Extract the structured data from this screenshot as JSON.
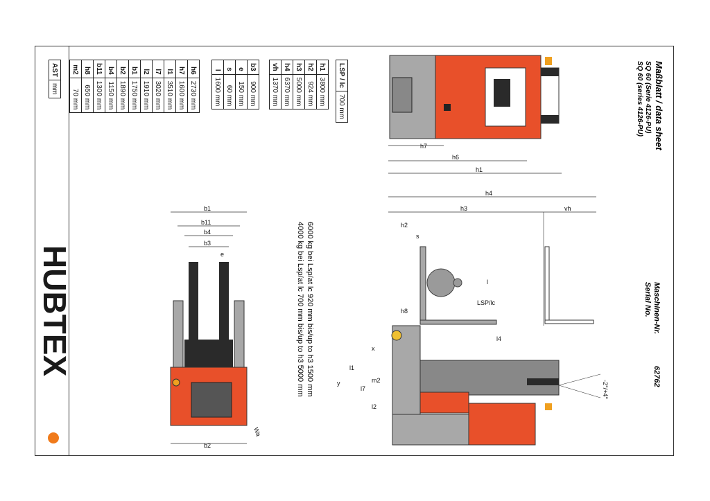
{
  "title": {
    "line1": "Maßblatt / data sheet",
    "line2": "SQ 60  (Serie 4126-PU)",
    "line3": "SQ 60  (series 4126-PU)"
  },
  "serial": {
    "label1": "Maschinen-Nr.",
    "label2": "Serial No.",
    "value": "62762"
  },
  "capacity": {
    "line1": "6000 kg bei Lsp/at lc 920 mm bis/up to h3 1500 mm",
    "line2": "4000 kg bei Lsp/at lc 700 mm bis/up to h3 5000 mm"
  },
  "lsp": {
    "key": "LSP / lc",
    "value": "700 mm"
  },
  "table_a": [
    {
      "key": "h1",
      "value": "3800 mm"
    },
    {
      "key": "h2",
      "value": "924 mm"
    },
    {
      "key": "h3",
      "value": "5000 mm"
    },
    {
      "key": "h4",
      "value": "6370 mm"
    },
    {
      "key": "vh",
      "value": "1370 mm"
    }
  ],
  "table_b": [
    {
      "key": "b3",
      "value": "900 mm"
    },
    {
      "key": "e",
      "value": "150 mm"
    },
    {
      "key": "s",
      "value": "60 mm"
    },
    {
      "key": "l",
      "value": "1600 mm"
    }
  ],
  "table_c": [
    {
      "key": "h6",
      "value": "2730 mm"
    },
    {
      "key": "h7",
      "value": "1600 mm"
    },
    {
      "key": "l1",
      "value": "3510 mm"
    },
    {
      "key": "l7",
      "value": "3020 mm"
    },
    {
      "key": "l2",
      "value": "1910 mm"
    },
    {
      "key": "b1",
      "value": "1750 mm"
    },
    {
      "key": "b2",
      "value": "1890 mm"
    },
    {
      "key": "b4",
      "value": "1150 mm"
    },
    {
      "key": "b11",
      "value": "1300 mm"
    },
    {
      "key": "h8",
      "value": "650 mm"
    },
    {
      "key": "m2",
      "value": "70 mm"
    }
  ],
  "ast": {
    "key": "AST",
    "value": "mm"
  },
  "dims": {
    "h1": "h1",
    "h6": "h6",
    "h7": "h7",
    "h4": "h4",
    "h3": "h3",
    "vh": "vh",
    "h2": "h2",
    "s": "s",
    "l": "l",
    "lsp": "LSP/lc",
    "l4": "l4",
    "h8": "h8",
    "x": "x",
    "l1": "l1",
    "y": "y",
    "m2": "m2",
    "l7": "l7",
    "l2": "l2",
    "tilt": "-2°/+4°",
    "b1": "b1",
    "b11": "b11",
    "b4": "b4",
    "b3": "b3",
    "e": "e",
    "b2": "b2",
    "wa": "Wa"
  },
  "brand": "HUBTEX",
  "colors": {
    "orange": "#e8502a",
    "grey": "#a8a8a8",
    "dark": "#2a2a2a",
    "logo_dot": "#f07a1a"
  }
}
